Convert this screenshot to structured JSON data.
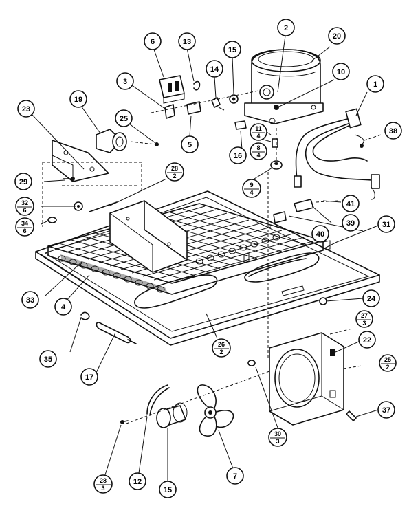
{
  "callouts": [
    {
      "id": "c1",
      "label": "1"
    },
    {
      "id": "c2",
      "label": "2"
    },
    {
      "id": "c3",
      "label": "3"
    },
    {
      "id": "c4",
      "label": "4"
    },
    {
      "id": "c5",
      "label": "5"
    },
    {
      "id": "c6",
      "label": "6"
    },
    {
      "id": "c7",
      "label": "7"
    },
    {
      "id": "c10",
      "label": "10"
    },
    {
      "id": "c12",
      "label": "12"
    },
    {
      "id": "c13",
      "label": "13"
    },
    {
      "id": "c14",
      "label": "14"
    },
    {
      "id": "c15a",
      "label": "15"
    },
    {
      "id": "c15b",
      "label": "15"
    },
    {
      "id": "c16",
      "label": "16"
    },
    {
      "id": "c17",
      "label": "17"
    },
    {
      "id": "c19",
      "label": "19"
    },
    {
      "id": "c20",
      "label": "20"
    },
    {
      "id": "c22",
      "label": "22"
    },
    {
      "id": "c23",
      "label": "23"
    },
    {
      "id": "c24",
      "label": "24"
    },
    {
      "id": "c25",
      "label": "25"
    },
    {
      "id": "c29",
      "label": "29"
    },
    {
      "id": "c31",
      "label": "31"
    },
    {
      "id": "c33",
      "label": "33"
    },
    {
      "id": "c35",
      "label": "35"
    },
    {
      "id": "c37",
      "label": "37"
    },
    {
      "id": "c38",
      "label": "38"
    },
    {
      "id": "c39",
      "label": "39"
    },
    {
      "id": "c40",
      "label": "40"
    },
    {
      "id": "c41",
      "label": "41"
    }
  ],
  "fraction_callouts": [
    {
      "id": "f28a",
      "top": "28",
      "bottom": "2"
    },
    {
      "id": "f32",
      "top": "32",
      "bottom": "6"
    },
    {
      "id": "f34",
      "top": "34",
      "bottom": "6"
    },
    {
      "id": "f11",
      "top": "11",
      "bottom": "4"
    },
    {
      "id": "f8",
      "top": "8",
      "bottom": "4"
    },
    {
      "id": "f9",
      "top": "9",
      "bottom": "4"
    },
    {
      "id": "f26",
      "top": "26",
      "bottom": "2"
    },
    {
      "id": "f27",
      "top": "27",
      "bottom": "3"
    },
    {
      "id": "f25b",
      "top": "25",
      "bottom": "2"
    },
    {
      "id": "f30",
      "top": "30",
      "bottom": "3"
    },
    {
      "id": "f28b",
      "top": "28",
      "bottom": "3"
    }
  ]
}
